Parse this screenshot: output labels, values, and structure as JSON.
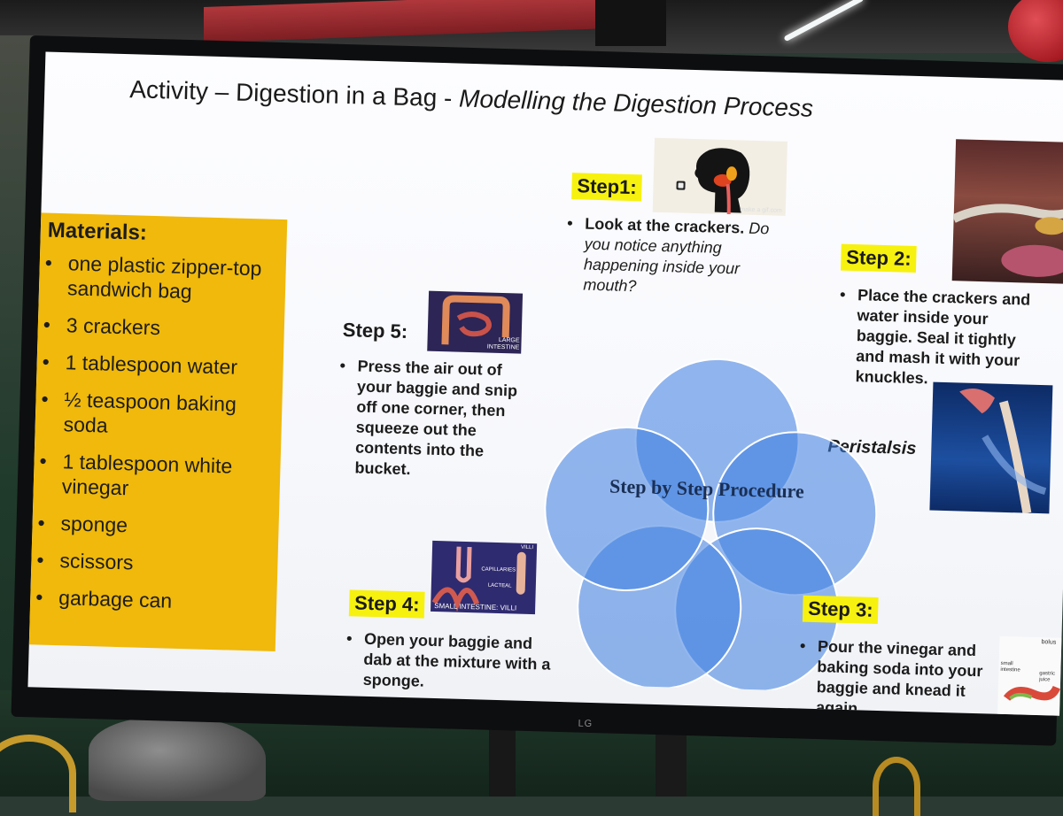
{
  "slide": {
    "title_main": "Activity – Digestion in a Bag - ",
    "title_italic": "Modelling  the Digestion Process"
  },
  "materials": {
    "heading": "Materials:",
    "items": [
      "one plastic zipper-top sandwich bag",
      "3 crackers",
      "1 tablespoon water",
      "½ teaspoon baking soda",
      "1 tablespoon white vinegar",
      "sponge",
      "scissors",
      "garbage can"
    ]
  },
  "steps": {
    "step1": {
      "label": "Step1:",
      "text_bold": "Look at the crackers.",
      "text_italic": " Do you notice anything happening inside your mouth?"
    },
    "step2": {
      "label": "Step 2:",
      "text": "Place the crackers and water inside your baggie. Seal it tightly and mash it with your knuckles."
    },
    "step3": {
      "label": "Step 3:",
      "text": "Pour the vinegar and baking soda into your baggie and knead it again."
    },
    "step4": {
      "label": "Step 4:",
      "text": "Open your baggie and dab at the mixture with a sponge."
    },
    "step5": {
      "label": "Step 5:",
      "text": "Press the air out of your baggie and snip off one corner, then squeeze out the contents into the bucket."
    }
  },
  "diagram": {
    "center_title": "Step by Step Procedure",
    "peristalsis_label": "Peristalsis"
  },
  "images": {
    "step1_watermark": "make a gif.com",
    "large_intestine_label": "LARGE INTESTINE",
    "small_intestine_label": "SMALL INTESTINE: VILLI",
    "villi_label": "VILLI",
    "capillaries_label": "CAPILLARIES",
    "lacteal_label": "LACTEAL",
    "stomach_bolus_label": "bolus",
    "stomach_small_intestine_label": "small intestine",
    "stomach_gastric_label": "gastric juice"
  },
  "tv_brand": "LG",
  "colors": {
    "materials_bg": "#f0b90b",
    "step_label_bg": "#f7f10f",
    "venn_fill": "#3b7be0",
    "slide_bg": "#fdfdff"
  }
}
